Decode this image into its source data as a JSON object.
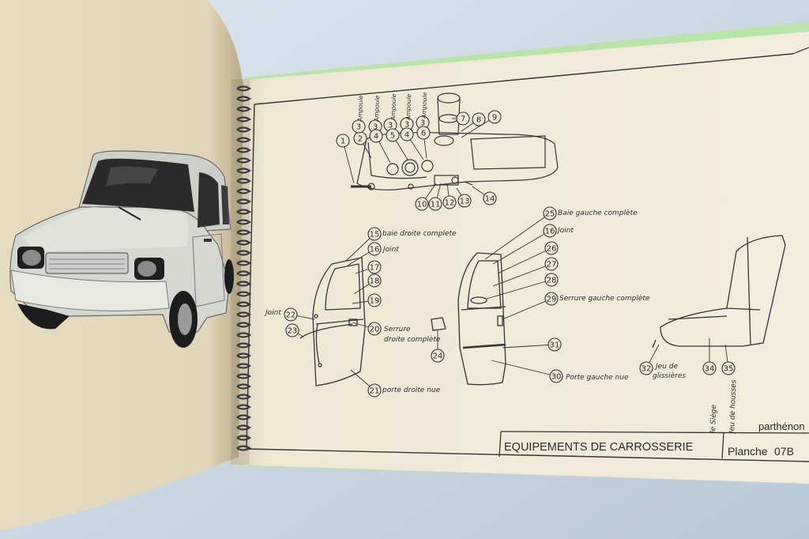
{
  "dashboard": {
    "labels": [
      "1",
      "2",
      "3",
      "3",
      "3",
      "3",
      "3",
      "4",
      "4",
      "4",
      "5",
      "6",
      "7",
      "8",
      "9",
      "10",
      "11",
      "12",
      "13",
      "14"
    ],
    "rot_texts": [
      "Ampoule",
      "Ampoule",
      "Ampoule",
      "Ampoule",
      "Ampoule"
    ]
  },
  "right_door": {
    "labels": [
      "15",
      "16",
      "17",
      "18",
      "19",
      "20",
      "21",
      "22",
      "23",
      "24"
    ],
    "texts": {
      "baie_droite": "baie droite complete",
      "joint": "Joint",
      "joint_side": "Joint",
      "serrure": "Serrure",
      "droite_complete": "droite complète",
      "porte_droite": "porte droite nue"
    }
  },
  "left_door": {
    "labels": [
      "25",
      "16",
      "26",
      "27",
      "28",
      "29",
      "31",
      "30"
    ],
    "texts": {
      "baie_gauche": "Baie gauche complète",
      "joint": "Joint",
      "serrure_gauche": "Serrure gauche complète",
      "porte_gauche": "Porte gauche nue"
    }
  },
  "seat": {
    "labels": [
      "32",
      "34",
      "35"
    ],
    "texts": {
      "jeu_de": "Jeu de",
      "glissieres": "glissières",
      "siege": "le Siège",
      "jeu_housses": "Jeu de housses"
    }
  },
  "title_block": {
    "brand": "parthénon",
    "title": "EQUIPEMENTS DE CARROSSERIE",
    "plate_label": "Planche",
    "plate_number": "07B"
  },
  "colors": {
    "page_left": "#e9dfc6",
    "page_right": "#efe8d3",
    "ink": "#2b2b2b",
    "cover_green": "#b8e6a5"
  }
}
